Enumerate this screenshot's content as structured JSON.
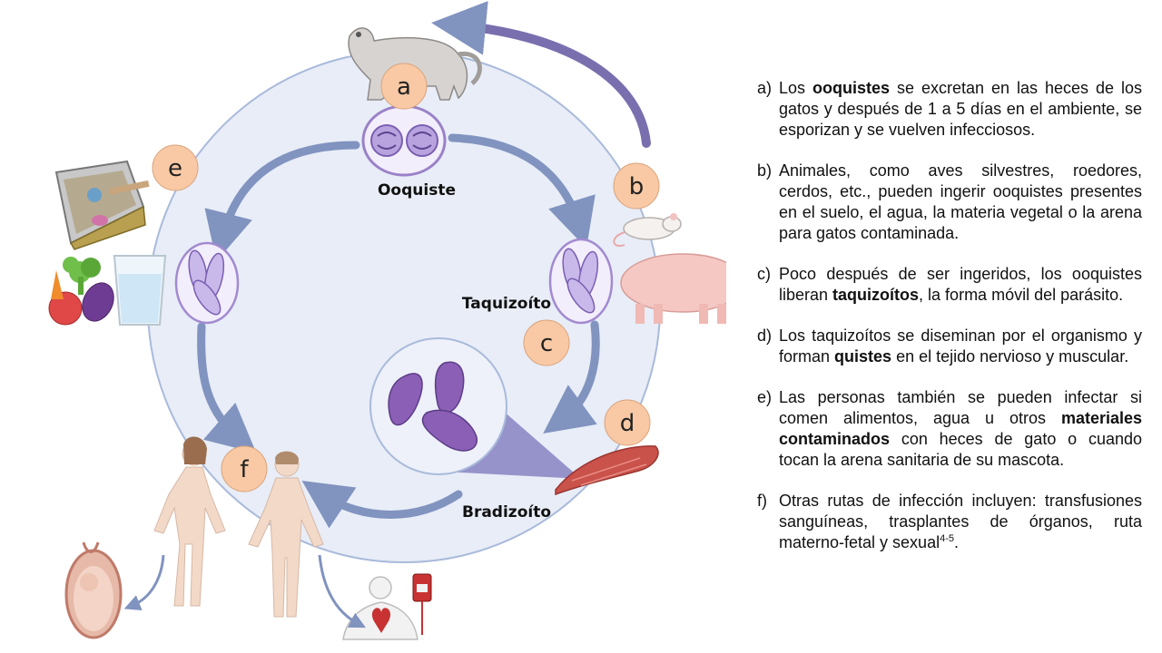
{
  "labels": {
    "oocyst": "Ooquiste",
    "tachyzoite": "Taquizoíto",
    "bradyzoite": "Bradizoíto"
  },
  "badges": [
    "a",
    "b",
    "c",
    "d",
    "e",
    "f"
  ],
  "legend": [
    {
      "marker": "a)",
      "parts": [
        "Los ",
        "ooquistes",
        " se excretan en las heces de los gatos y después de 1 a 5 días en el ambiente, se esporizan y se vuelven infecciosos."
      ]
    },
    {
      "marker": "b)",
      "parts": [
        "Animales, como aves silvestres, roedores, cerdos, etc., pueden ingerir ooquistes presentes en el suelo, el agua, la materia vegetal o la arena para gatos contaminada.",
        "",
        ""
      ]
    },
    {
      "marker": "c)",
      "parts": [
        "Poco después de ser ingeridos, los ooquistes liberan ",
        "taquizoítos",
        ", la forma móvil del parásito."
      ]
    },
    {
      "marker": "d)",
      "parts": [
        "Los taquizoítos se diseminan por el organismo y forman ",
        "quistes",
        " en el tejido nervioso y muscular."
      ]
    },
    {
      "marker": "e)",
      "parts": [
        "Las personas también se pueden infectar si comen alimentos, agua u otros ",
        "materiales contaminados",
        " con heces de gato o cuando tocan la arena sanitaria de su mascota."
      ]
    },
    {
      "marker": "f)",
      "parts": [
        "Otras rutas de infección incluyen: transfusiones sanguíneas, trasplantes de órganos, ruta materno-fetal y sexual",
        "",
        ""
      ],
      "sup": "4-5"
    }
  ],
  "colors": {
    "circle_fill": "#e8edf7",
    "circle_stroke": "#a9badb",
    "arrow": "#7f92bf",
    "badge": "#f8c9a4",
    "parasite": "#8a5fb5"
  }
}
